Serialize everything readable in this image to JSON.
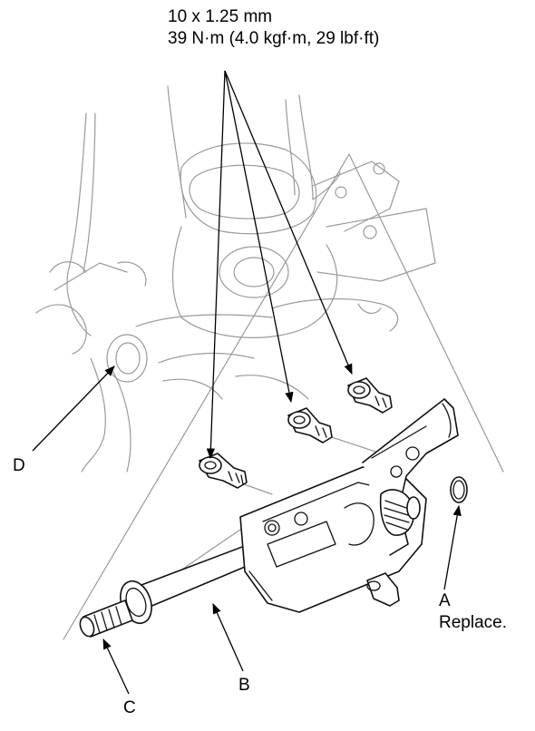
{
  "torque_spec": {
    "bolt_size": "10 x 1.25 mm",
    "torque": "39 N·m (4.0 kgf·m, 29 lbf·ft)"
  },
  "callouts": {
    "a": "A",
    "a_note": "Replace.",
    "b": "B",
    "c": "C",
    "d": "D"
  },
  "icons": {
    "leader_arrow": "arrowhead",
    "bolt": "flange-bolt-icon",
    "circlip": "circlip-icon"
  }
}
